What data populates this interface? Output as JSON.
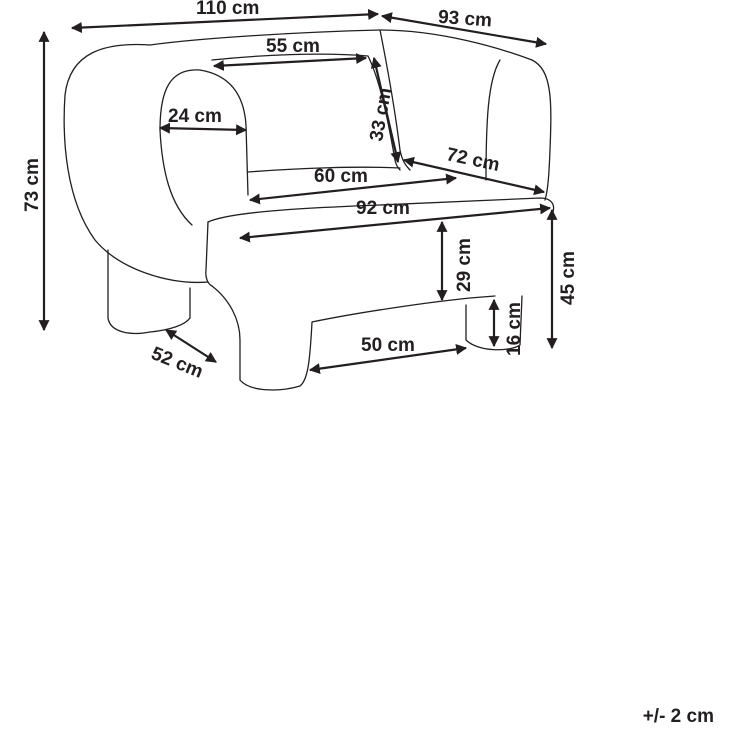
{
  "dimensions": {
    "width_overall": "110 cm",
    "depth_overall": "93 cm",
    "height_overall": "73 cm",
    "cushion_width": "55 cm",
    "cushion_height": "33 cm",
    "armrest_width": "24 cm",
    "seat_depth": "72 cm",
    "seat_width_back": "60 cm",
    "seat_width_front": "92 cm",
    "seat_height_inner": "29 cm",
    "seat_height": "45 cm",
    "leg_height": "16 cm",
    "leg_depth": "52 cm",
    "leg_gap": "50 cm"
  },
  "tolerance": "+/- 2 cm",
  "colors": {
    "line": "#231f20",
    "background": "#ffffff"
  }
}
